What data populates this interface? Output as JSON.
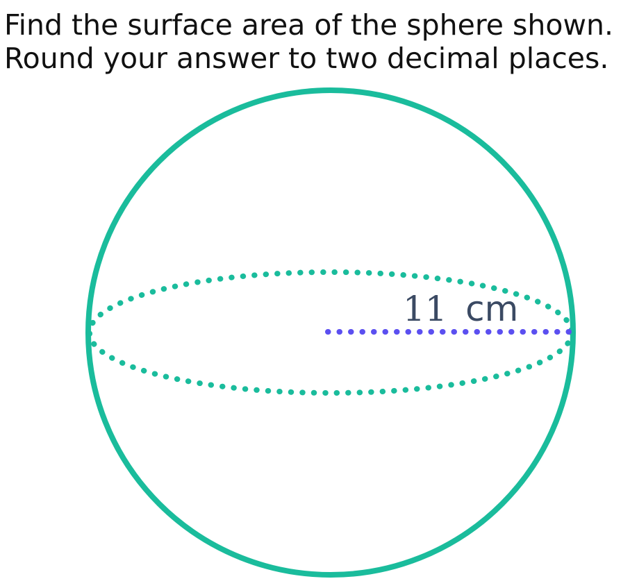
{
  "question": {
    "line1": "Find the surface area of the sphere shown.",
    "line2": "Round your answer to two decimal places."
  },
  "figure": {
    "radius_label": {
      "number": "11",
      "unit": "cm"
    },
    "colors": {
      "sphere": "#1abc9c",
      "radius": "#5b4ff0",
      "label": "#3b4a63"
    }
  }
}
